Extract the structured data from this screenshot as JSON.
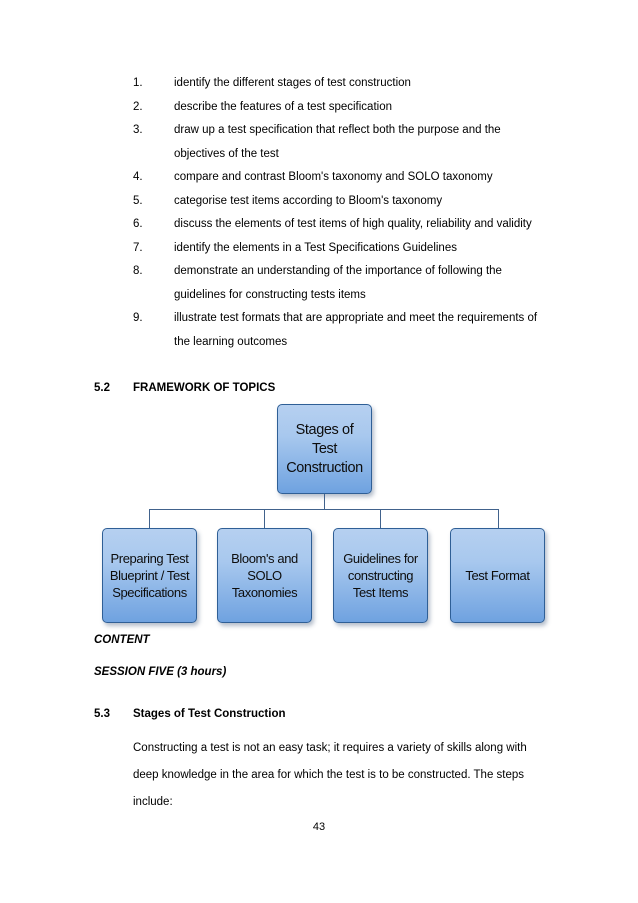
{
  "objectives": [
    {
      "number": "1.",
      "text": "identify the different stages of test construction"
    },
    {
      "number": "2.",
      "text": "describe the features of a test specification"
    },
    {
      "number": "3.",
      "text": "draw up a test specification that reflect both the purpose and the objectives of the test"
    },
    {
      "number": "4.",
      "text": "compare and contrast Bloom's taxonomy and SOLO taxonomy"
    },
    {
      "number": "5.",
      "text": "categorise test items according to Bloom's taxonomy"
    },
    {
      "number": "6.",
      "text": "discuss the elements of test items of high quality, reliability and validity"
    },
    {
      "number": "7.",
      "text": "identify the elements in a Test Specifications Guidelines"
    },
    {
      "number": "8.",
      "text": "demonstrate an understanding of the importance of following the guidelines for constructing tests items"
    },
    {
      "number": "9.",
      "text": "illustrate test formats that are appropriate and meet the requirements of the learning outcomes"
    }
  ],
  "section_52": {
    "number": "5.2",
    "title": "FRAMEWORK OF TOPICS"
  },
  "diagram": {
    "root": "Stages of Test Construction",
    "children": [
      "Preparing Test Blueprint / Test Specifications",
      "Bloom's and SOLO Taxonomies",
      "Guidelines for constructing Test Items",
      "Test Format"
    ],
    "colors": {
      "box_fill_top": "#b6d0f0",
      "box_fill_bottom": "#6fa2e0",
      "box_border": "#2f5f96",
      "connector": "#41628c"
    }
  },
  "labels": {
    "content": "CONTENT",
    "session": "SESSION FIVE (3 hours)"
  },
  "section_53": {
    "number": "5.3",
    "title": "Stages of Test Construction",
    "paragraph": "Constructing a test is not an easy task; it requires a variety of skills along with deep knowledge in the area for which the test is to be constructed. The steps include:"
  },
  "footer": {
    "page_number": "43"
  }
}
